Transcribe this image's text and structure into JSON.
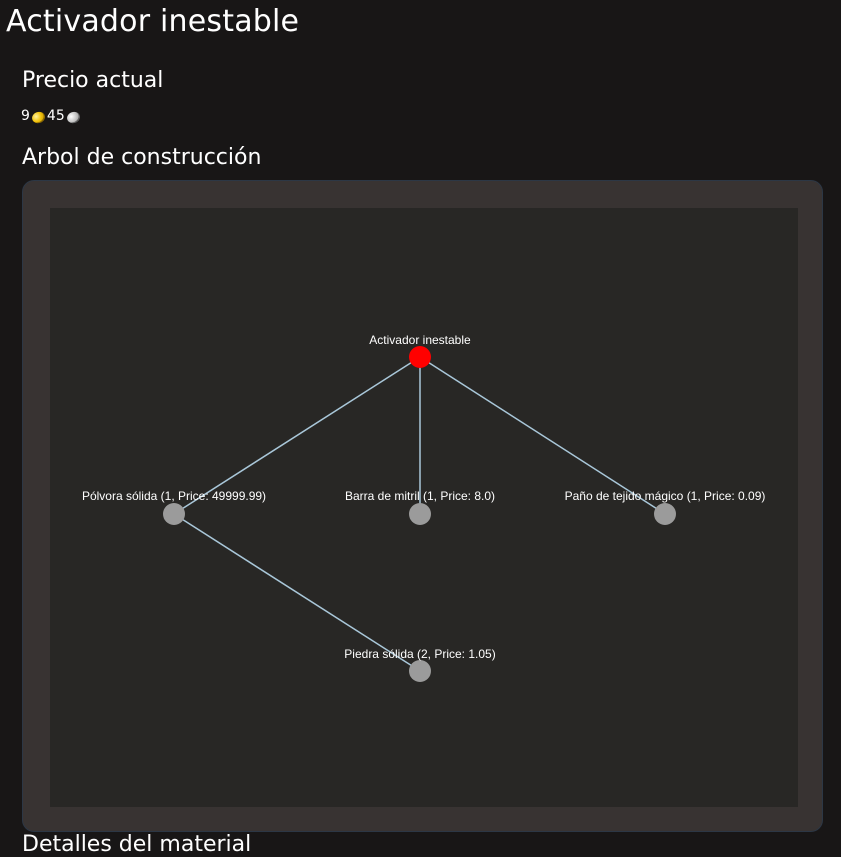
{
  "title": "Activador inestable",
  "price_section": {
    "heading": "Precio actual",
    "gold": "9",
    "silver": "45"
  },
  "tree_section": {
    "heading": "Arbol de construcción",
    "nodes": [
      {
        "label": "Activador inestable",
        "color": "#ff0000"
      },
      {
        "label": "Pólvora sólida (1, Price: 49999.99)",
        "color": "#9b9b9b"
      },
      {
        "label": "Barra de mitril (1, Price: 8.0)",
        "color": "#9b9b9b"
      },
      {
        "label": "Paño de tejido mágico (1, Price: 0.09)",
        "color": "#9b9b9b"
      },
      {
        "label": "Piedra sólida (2, Price: 1.05)",
        "color": "#9b9b9b"
      }
    ]
  },
  "footer_heading": "Detalles del material"
}
